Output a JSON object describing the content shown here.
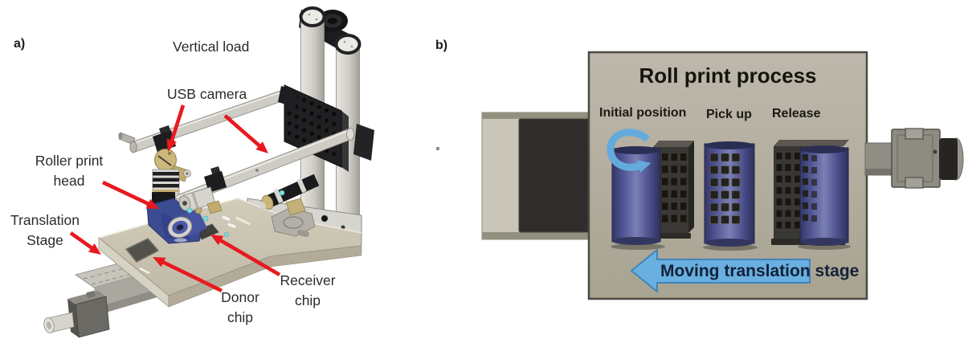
{
  "figure": {
    "panel_a": {
      "tag": "a)",
      "labels": {
        "vertical_load": "Vertical load",
        "usb_camera": "USB camera",
        "roller_print_head": "Roller print\nhead",
        "translation_stage": "Translation\nStage",
        "donor_chip": "Donor\nchip",
        "receiver_chip": "Receiver\nchip"
      }
    },
    "panel_b": {
      "tag": "b)",
      "title": "Roll print process",
      "steps": [
        {
          "label": "Initial position"
        },
        {
          "label": "Pick up"
        },
        {
          "label": "Release"
        }
      ],
      "arrow_label": "Moving translation stage"
    },
    "colors": {
      "annotation_arrow_red": "#e8191f",
      "process_arrow_blue": "#69b0e0",
      "rotation_arrow_blue": "#64aadd",
      "roller_blue": "#4d5190",
      "print_head_blue": "#3c4c92",
      "stage_tan": "#c7c1af",
      "process_box_tan": "#b3aea1",
      "chip_dark": "#3a3835",
      "brass_knob": "#c9b678"
    }
  }
}
